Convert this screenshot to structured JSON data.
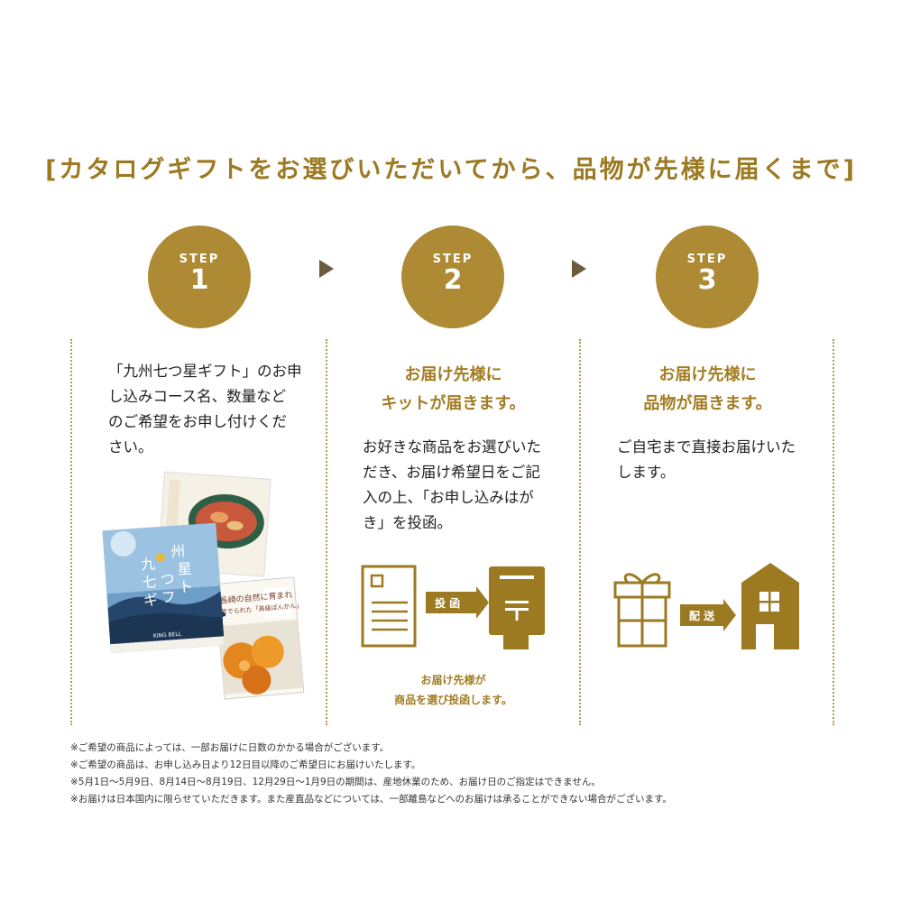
{
  "title": "[カタログギフトをお選びいただいてから、品物が先様に届くまで]",
  "steps": [
    {
      "label": "STEP",
      "number": "1",
      "heading": [],
      "body": [
        "「九州七つ星ギフト」のお申",
        "し込みコース名、数量など",
        "のご希望をお申し付けくだ",
        "さい。"
      ],
      "catalog": {
        "cover_chars": [
          "九",
          "州",
          "七",
          "つ",
          "星",
          "ギ",
          "フ",
          "ト"
        ],
        "brand": "KING BELL",
        "inner_text": [
          "長崎の自然に育まれ",
          "愛でられた「高級ぽんかん」"
        ]
      }
    },
    {
      "label": "STEP",
      "number": "2",
      "heading": [
        "お届け先様に",
        "キットが届きます。"
      ],
      "body": [
        "お好きな商品をお選びいた",
        "だき、お届け希望日をご記",
        "入の上、「お申し込みはが",
        "き」を投函。"
      ],
      "icon_label": "投 函",
      "caption": [
        "お届け先様が",
        "商品を選び投函します。"
      ]
    },
    {
      "label": "STEP",
      "number": "3",
      "heading": [
        "お届け先様に",
        "品物が届きます。"
      ],
      "body": [
        "ご自宅まで直接お届けいた",
        "します。"
      ],
      "icon_label": "配 送"
    }
  ],
  "notes": [
    "※ご希望の商品によっては、一部お届けに日数のかかる場合がございます。",
    "※ご希望の商品は、お申し込み日より12日目以降のご希望日にお届けいたします。",
    "※5月1日〜5月9日、8月14日〜8月19日、12月29日〜1月9日の期間は、産地休業のため、お届け日のご指定はできません。",
    "※お届けは日本国内に限らせていただきます。また産直品などについては、一部離島などへのお届けは承ることができない場合がございます。"
  ],
  "colors": {
    "gold": "#ad8a33",
    "gold_text": "#a27d22",
    "icon": "#9c7a22",
    "arrow": "#6a5a3e"
  }
}
